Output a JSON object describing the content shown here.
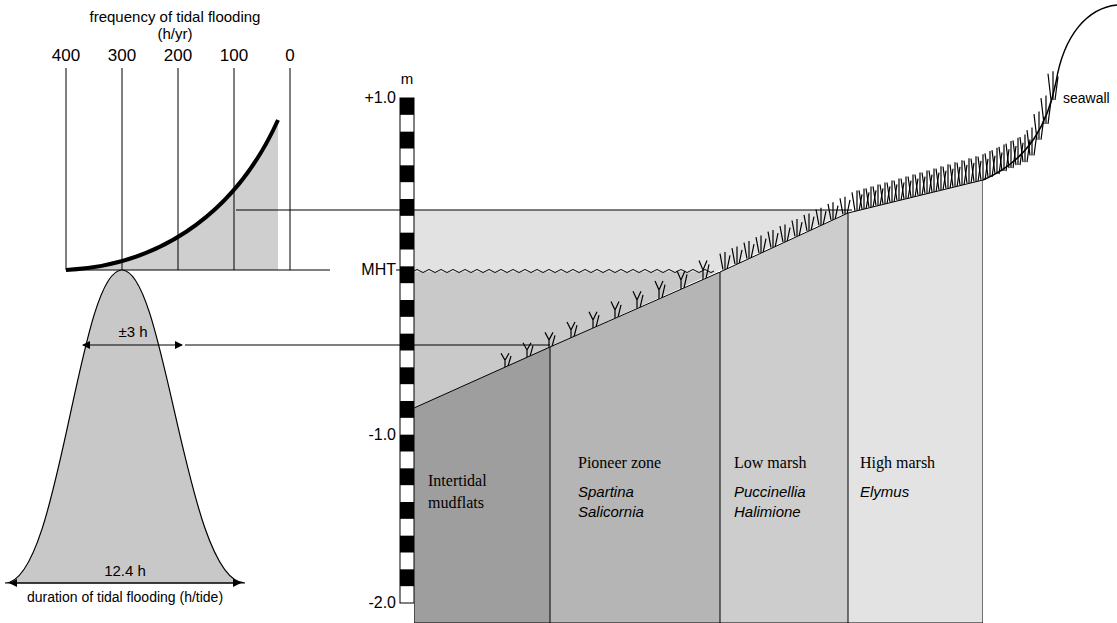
{
  "diagram": {
    "nodes": [
      {
        "text": [
          "Intertidal mudflats"
        ]
      },
      {
        "text": [
          "Pioneer zone",
          "Spartina Salicornia"
        ]
      },
      {
        "text": [
          "Low marsh",
          "Puccinellia Halimione"
        ]
      },
      {
        "text": [
          "High marsh",
          "Elymus"
        ]
      }
    ],
    "labels": [
      "frequency of tidal flooding (h/yr)",
      "400",
      "300",
      "200",
      "100",
      "0",
      "m",
      "+1.0",
      "MHT",
      "-1.0",
      "-2.0",
      "±3 h",
      "12.4 h",
      "duration of tidal flooding (h/tide)",
      "seawall"
    ]
  }
}
